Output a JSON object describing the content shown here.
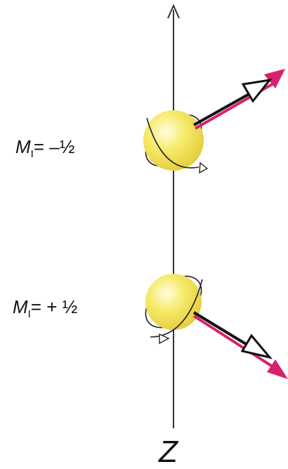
{
  "axis": {
    "label": "Z"
  },
  "states": [
    {
      "symbol": "M",
      "subscript": "I",
      "value_text": "= –½"
    },
    {
      "symbol": "M",
      "subscript": "I",
      "value_text": "= + ½"
    }
  ],
  "colors": {
    "axis": "#333333",
    "sphere_light": "#fffde0",
    "sphere_mid": "#f6ea6a",
    "sphere_dark": "#e8d24a",
    "magnetic_moment": "#d8216e",
    "spin_vector": "#111111"
  }
}
